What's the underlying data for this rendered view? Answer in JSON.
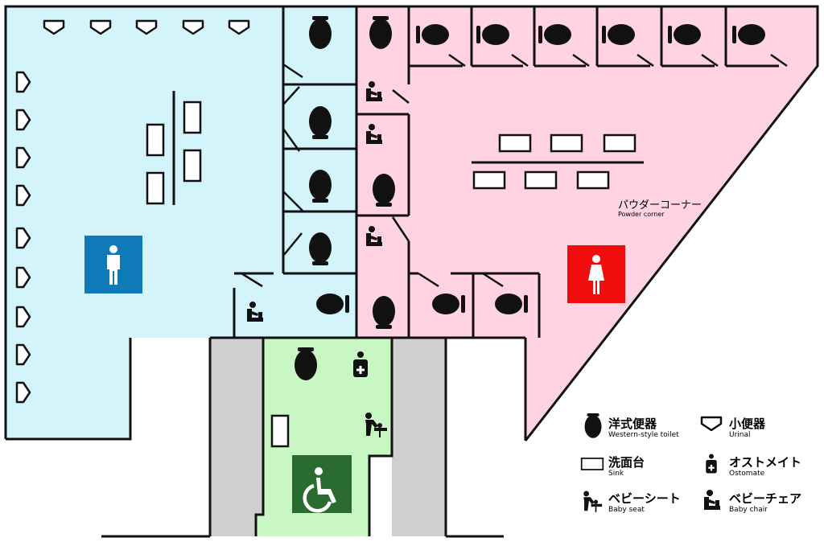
{
  "floor_map": {
    "areas": {
      "mens_restroom": "men",
      "womens_restroom": "women",
      "multipurpose_restroom": "accessible"
    },
    "powder_corner": {
      "label_ja": "パウダーコーナー",
      "label_en": "Powder corner"
    },
    "colors": {
      "mens_area": "#d4f4fb",
      "womens_area": "#ffd3df",
      "accessible_area": "#c8f7c3",
      "corridor_gray": "#cfcfcf",
      "mens_sign": "#0e7ab7",
      "womens_sign": "#f20d0d",
      "accessible_sign": "#2a6b2f"
    }
  },
  "legend": {
    "western_toilet": {
      "label_ja": "洋式便器",
      "label_en": "Western-style toilet",
      "icon": "western-toilet-icon"
    },
    "urinal": {
      "label_ja": "小便器",
      "label_en": "Urinal",
      "icon": "urinal-icon"
    },
    "sink": {
      "label_ja": "洗面台",
      "label_en": "Sink",
      "icon": "sink-icon"
    },
    "ostomate": {
      "label_ja": "オストメイト",
      "label_en": "Ostomate",
      "icon": "ostomate-icon"
    },
    "baby_seat": {
      "label_ja": "ベビーシート",
      "label_en": "Baby seat",
      "icon": "baby-seat-icon"
    },
    "baby_chair": {
      "label_ja": "ベビーチェア",
      "label_en": "Baby chair",
      "icon": "baby-chair-icon"
    }
  }
}
